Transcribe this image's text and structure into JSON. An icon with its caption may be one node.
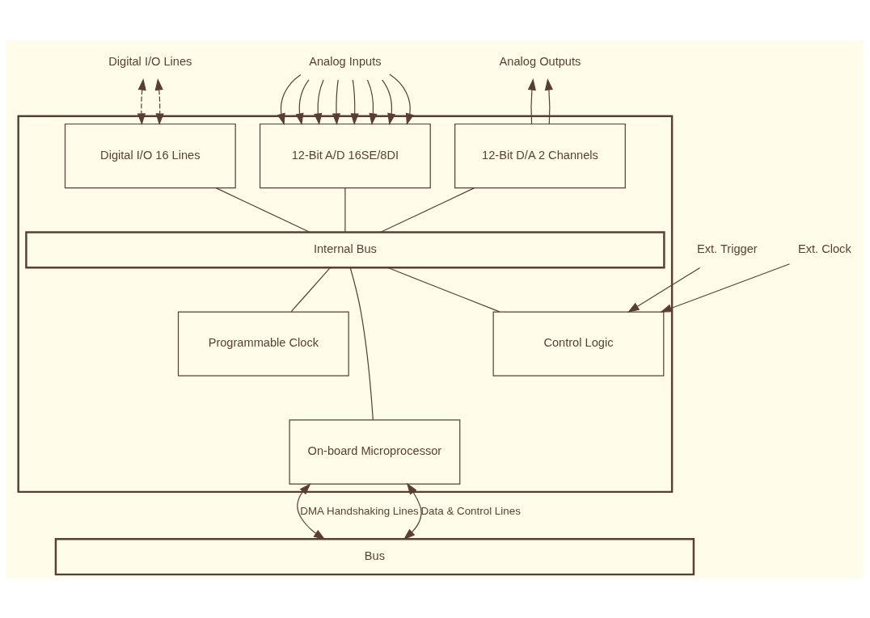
{
  "diagram": {
    "nodes": [
      {
        "text": [
          "Digital I/O Lines"
        ]
      },
      {
        "text": [
          "Analog Inputs"
        ]
      },
      {
        "text": [
          "Analog Outputs"
        ]
      },
      {
        "text": [],
        "shape": "box"
      },
      {
        "text": [
          "Digital I/O 16 Lines"
        ],
        "in": 3
      },
      {
        "text": [
          "12-Bit A/D 16SE/8DI"
        ],
        "in": 3
      },
      {
        "text": [
          "12-Bit D/A 2 Channels"
        ],
        "in": 3
      },
      {
        "text": [
          "Internal Bus"
        ],
        "in": 3
      },
      {
        "text": [
          "Programmable Clock"
        ],
        "in": 3
      },
      {
        "text": [
          "Control Logic"
        ],
        "in": 3
      },
      {
        "text": [
          "Ext. Trigger"
        ]
      },
      {
        "text": [
          "Ext. Clock"
        ]
      },
      {
        "text": [
          "On-board Microprocessor"
        ],
        "in": 3
      },
      {
        "text": [
          "Bus"
        ]
      }
    ],
    "edges": [
      {
        "from": 0,
        "to": 4,
        "arrow": "both",
        "style": "dashed"
      },
      {
        "from": 0,
        "to": 4,
        "arrow": "both",
        "style": "dashed"
      },
      {
        "from": 1,
        "to": 5,
        "arrow": "to"
      },
      {
        "from": 1,
        "to": 5,
        "arrow": "to"
      },
      {
        "from": 1,
        "to": 5,
        "arrow": "to"
      },
      {
        "from": 1,
        "to": 5,
        "arrow": "to"
      },
      {
        "from": 1,
        "to": 5,
        "arrow": "to"
      },
      {
        "from": 1,
        "to": 5,
        "arrow": "to"
      },
      {
        "from": 1,
        "to": 5,
        "arrow": "to"
      },
      {
        "from": 1,
        "to": 5,
        "arrow": "to"
      },
      {
        "from": 6,
        "to": 2,
        "arrow": "to"
      },
      {
        "from": 6,
        "to": 2,
        "arrow": "to"
      },
      {
        "from": 4,
        "to": 7,
        "arrow": "none"
      },
      {
        "from": 5,
        "to": 7,
        "arrow": "none"
      },
      {
        "from": 6,
        "to": 7,
        "arrow": "none"
      },
      {
        "from": 7,
        "to": 8,
        "arrow": "none"
      },
      {
        "from": 7,
        "to": 9,
        "arrow": "none"
      },
      {
        "from": 7,
        "to": 12,
        "arrow": "none"
      },
      {
        "from": 10,
        "to": 9,
        "arrow": "to"
      },
      {
        "from": 11,
        "to": 9,
        "arrow": "to"
      },
      {
        "from": 12,
        "to": 13,
        "arrow": "both",
        "label": "DMA Handshaking Lines"
      },
      {
        "from": 12,
        "to": 13,
        "arrow": "both",
        "label": "Data & Control Lines"
      }
    ]
  }
}
